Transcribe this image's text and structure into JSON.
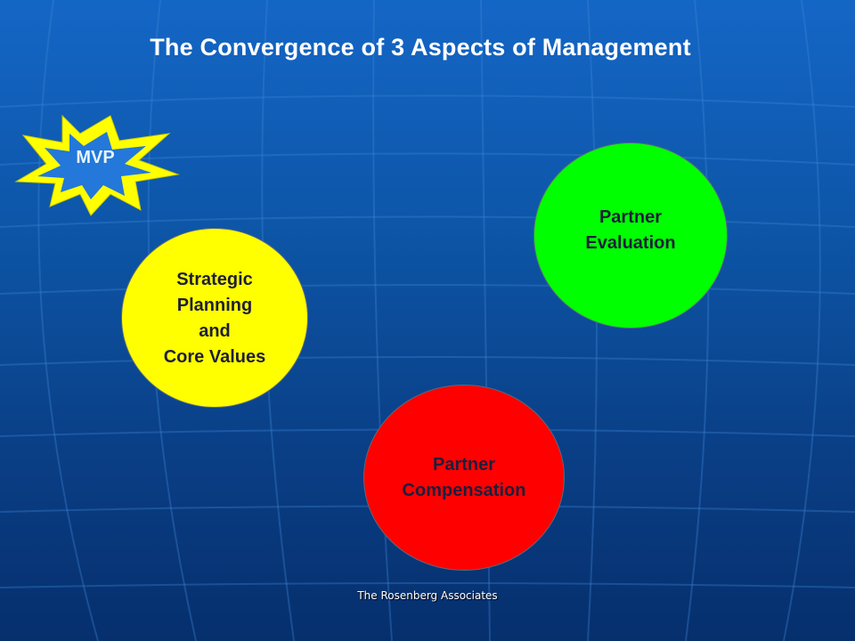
{
  "slide": {
    "title": "The Convergence of 3 Aspects of Management",
    "footer": "The Rosenberg Associates"
  },
  "badge": {
    "label": "MVP",
    "color": "#ffff00",
    "shape": "starburst"
  },
  "circles": [
    {
      "id": "strategic",
      "label": "Strategic\nPlanning\n and\nCore Values",
      "color": "#ffff00"
    },
    {
      "id": "evaluation",
      "label": "Partner\nEvaluation",
      "color": "#00ff00"
    },
    {
      "id": "compensation",
      "label": "Partner\nCompensation",
      "color": "#ff0000"
    }
  ],
  "colors": {
    "background_top": "#1466c6",
    "background_bottom": "#062f6d",
    "title_text": "#ffffff"
  }
}
